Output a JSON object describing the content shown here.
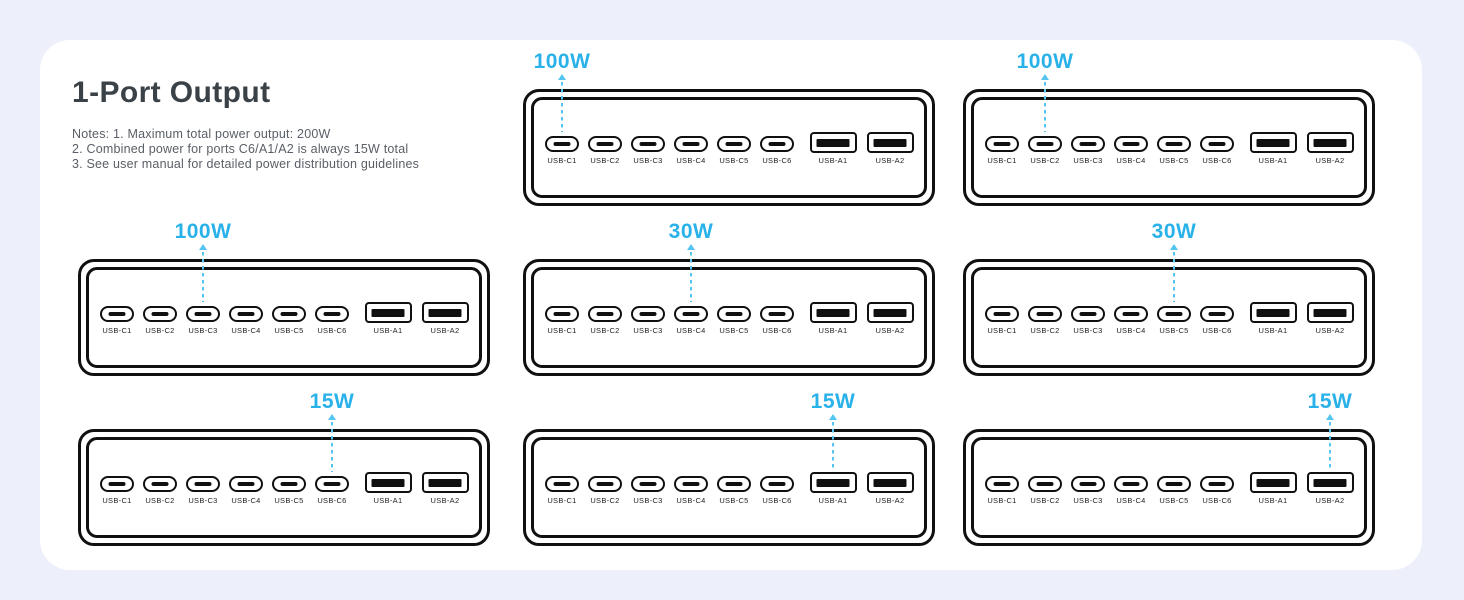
{
  "header": {
    "title": "1-Port Output",
    "notes": [
      "Notes: 1. Maximum total power output: 200W",
      "2. Combined power for ports C6/A1/A2 is always 15W total",
      "3. See user manual for detailed power distribution guidelines"
    ]
  },
  "colors": {
    "background": "#edf0fa",
    "card": "#ffffff",
    "accent_text": "#29b1e9",
    "accent_dash": "#54c5f0",
    "outline": "#101010",
    "title_text": "#3b4247",
    "note_text": "#595f66",
    "port_label_text": "#222222"
  },
  "ports": [
    {
      "id": "USB-C1",
      "type": "usb-c"
    },
    {
      "id": "USB-C2",
      "type": "usb-c"
    },
    {
      "id": "USB-C3",
      "type": "usb-c"
    },
    {
      "id": "USB-C4",
      "type": "usb-c"
    },
    {
      "id": "USB-C5",
      "type": "usb-c"
    },
    {
      "id": "USB-C6",
      "type": "usb-c"
    },
    {
      "id": "USB-A1",
      "type": "usb-a"
    },
    {
      "id": "USB-A2",
      "type": "usb-a"
    }
  ],
  "diagrams": [
    {
      "watt_label": "100W",
      "target_port": "USB-C1",
      "grid": {
        "row": 0,
        "col": 1
      }
    },
    {
      "watt_label": "100W",
      "target_port": "USB-C2",
      "grid": {
        "row": 0,
        "col": 2
      }
    },
    {
      "watt_label": "100W",
      "target_port": "USB-C3",
      "grid": {
        "row": 1,
        "col": 0
      }
    },
    {
      "watt_label": "30W",
      "target_port": "USB-C4",
      "grid": {
        "row": 1,
        "col": 1
      }
    },
    {
      "watt_label": "30W",
      "target_port": "USB-C5",
      "grid": {
        "row": 1,
        "col": 2
      }
    },
    {
      "watt_label": "15W",
      "target_port": "USB-C6",
      "grid": {
        "row": 2,
        "col": 0
      }
    },
    {
      "watt_label": "15W",
      "target_port": "USB-A1",
      "grid": {
        "row": 2,
        "col": 1
      }
    },
    {
      "watt_label": "15W",
      "target_port": "USB-A2",
      "grid": {
        "row": 2,
        "col": 2
      }
    }
  ]
}
